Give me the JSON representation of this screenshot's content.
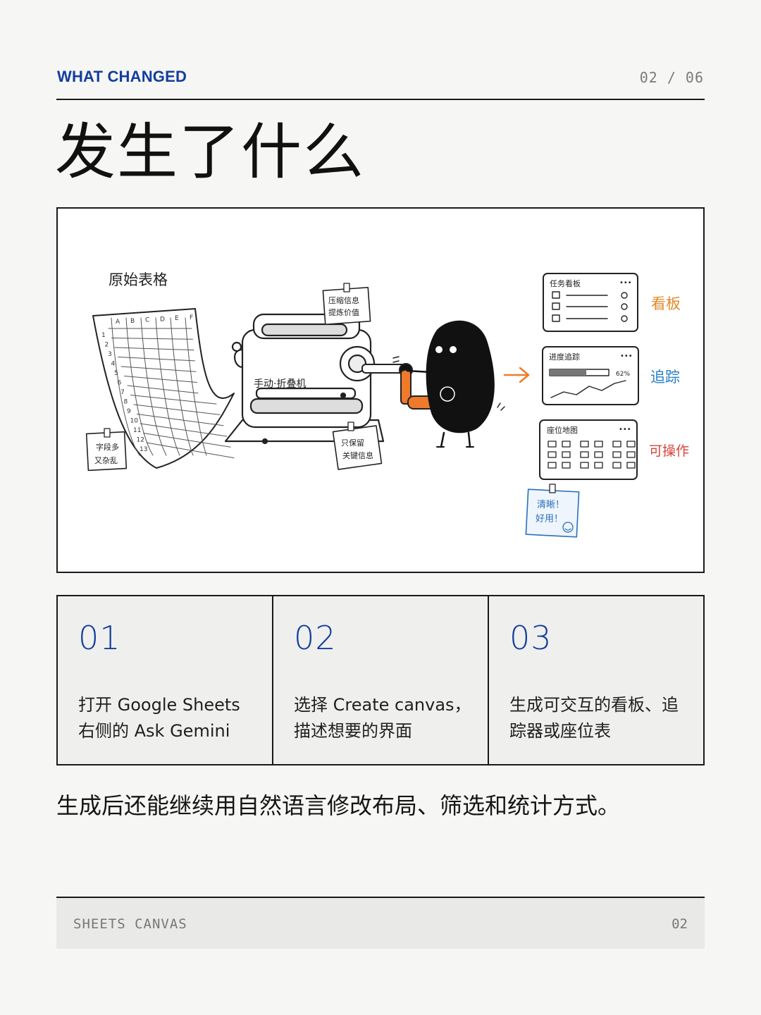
{
  "header": {
    "kicker": "WHAT CHANGED",
    "page_counter": "02 / 06"
  },
  "title": "发生了什么",
  "illustration": {
    "source_label": "原始表格",
    "sheet_columns": [
      "A",
      "B",
      "C",
      "D",
      "E",
      "F"
    ],
    "sheet_rows": [
      "1",
      "2",
      "3",
      "4",
      "5",
      "6",
      "7",
      "8",
      "9",
      "10",
      "11",
      "12",
      "13"
    ],
    "note_messy": [
      "字段多",
      "又杂乱"
    ],
    "note_compress": [
      "压缩信息",
      "提炼价值"
    ],
    "note_keep": [
      "只保留",
      "关键信息"
    ],
    "machine_label": "手动·折叠机",
    "card_board_title": "任务看板",
    "card_progress_title": "进度追踪",
    "card_progress_value": "62%",
    "card_progress_fraction": 0.62,
    "card_seat_title": "座位地图",
    "card_menu": "•••",
    "label_board": "看板",
    "label_track": "追踪",
    "label_operate": "可操作",
    "note_clear": [
      "清晰！",
      "好用！"
    ],
    "colors": {
      "board": "#e08a2a",
      "track": "#2a7fc4",
      "operate": "#d9443c",
      "handle": "#ee7a2a",
      "note_blue": "#2a6fb8"
    }
  },
  "steps": [
    {
      "num": "01",
      "text": "打开 Google Sheets 右侧的 Ask Gemini"
    },
    {
      "num": "02",
      "text": "选择 Create canvas，描述想要的界面"
    },
    {
      "num": "03",
      "text": "生成可交互的看板、追踪器或座位表"
    }
  ],
  "summary": "生成后还能继续用自然语言修改布局、筛选和统计方式。",
  "footer": {
    "left": "SHEETS CANVAS",
    "right": "02"
  },
  "accent": "#123e9c"
}
